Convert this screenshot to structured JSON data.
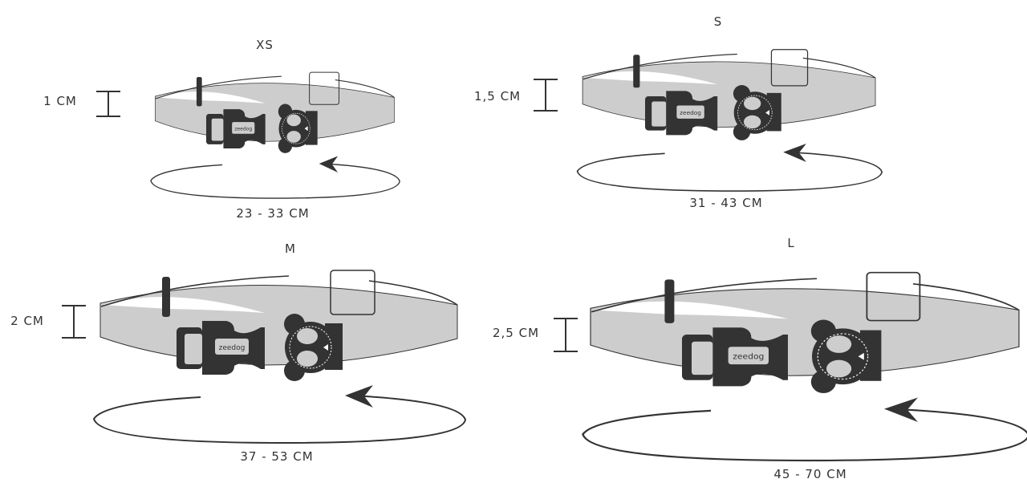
{
  "brand_label": "zeedog",
  "colors": {
    "band": "#cdcdcd",
    "hardware": "#333333",
    "outline": "#333333"
  },
  "sizes": [
    {
      "size": "XS",
      "width": "1 CM",
      "range": "23 - 33 CM"
    },
    {
      "size": "S",
      "width": "1,5 CM",
      "range": "31 - 43 CM"
    },
    {
      "size": "M",
      "width": "2 CM",
      "range": "37 - 53 CM"
    },
    {
      "size": "L",
      "width": "2,5 CM",
      "range": "45 - 70 CM"
    }
  ]
}
